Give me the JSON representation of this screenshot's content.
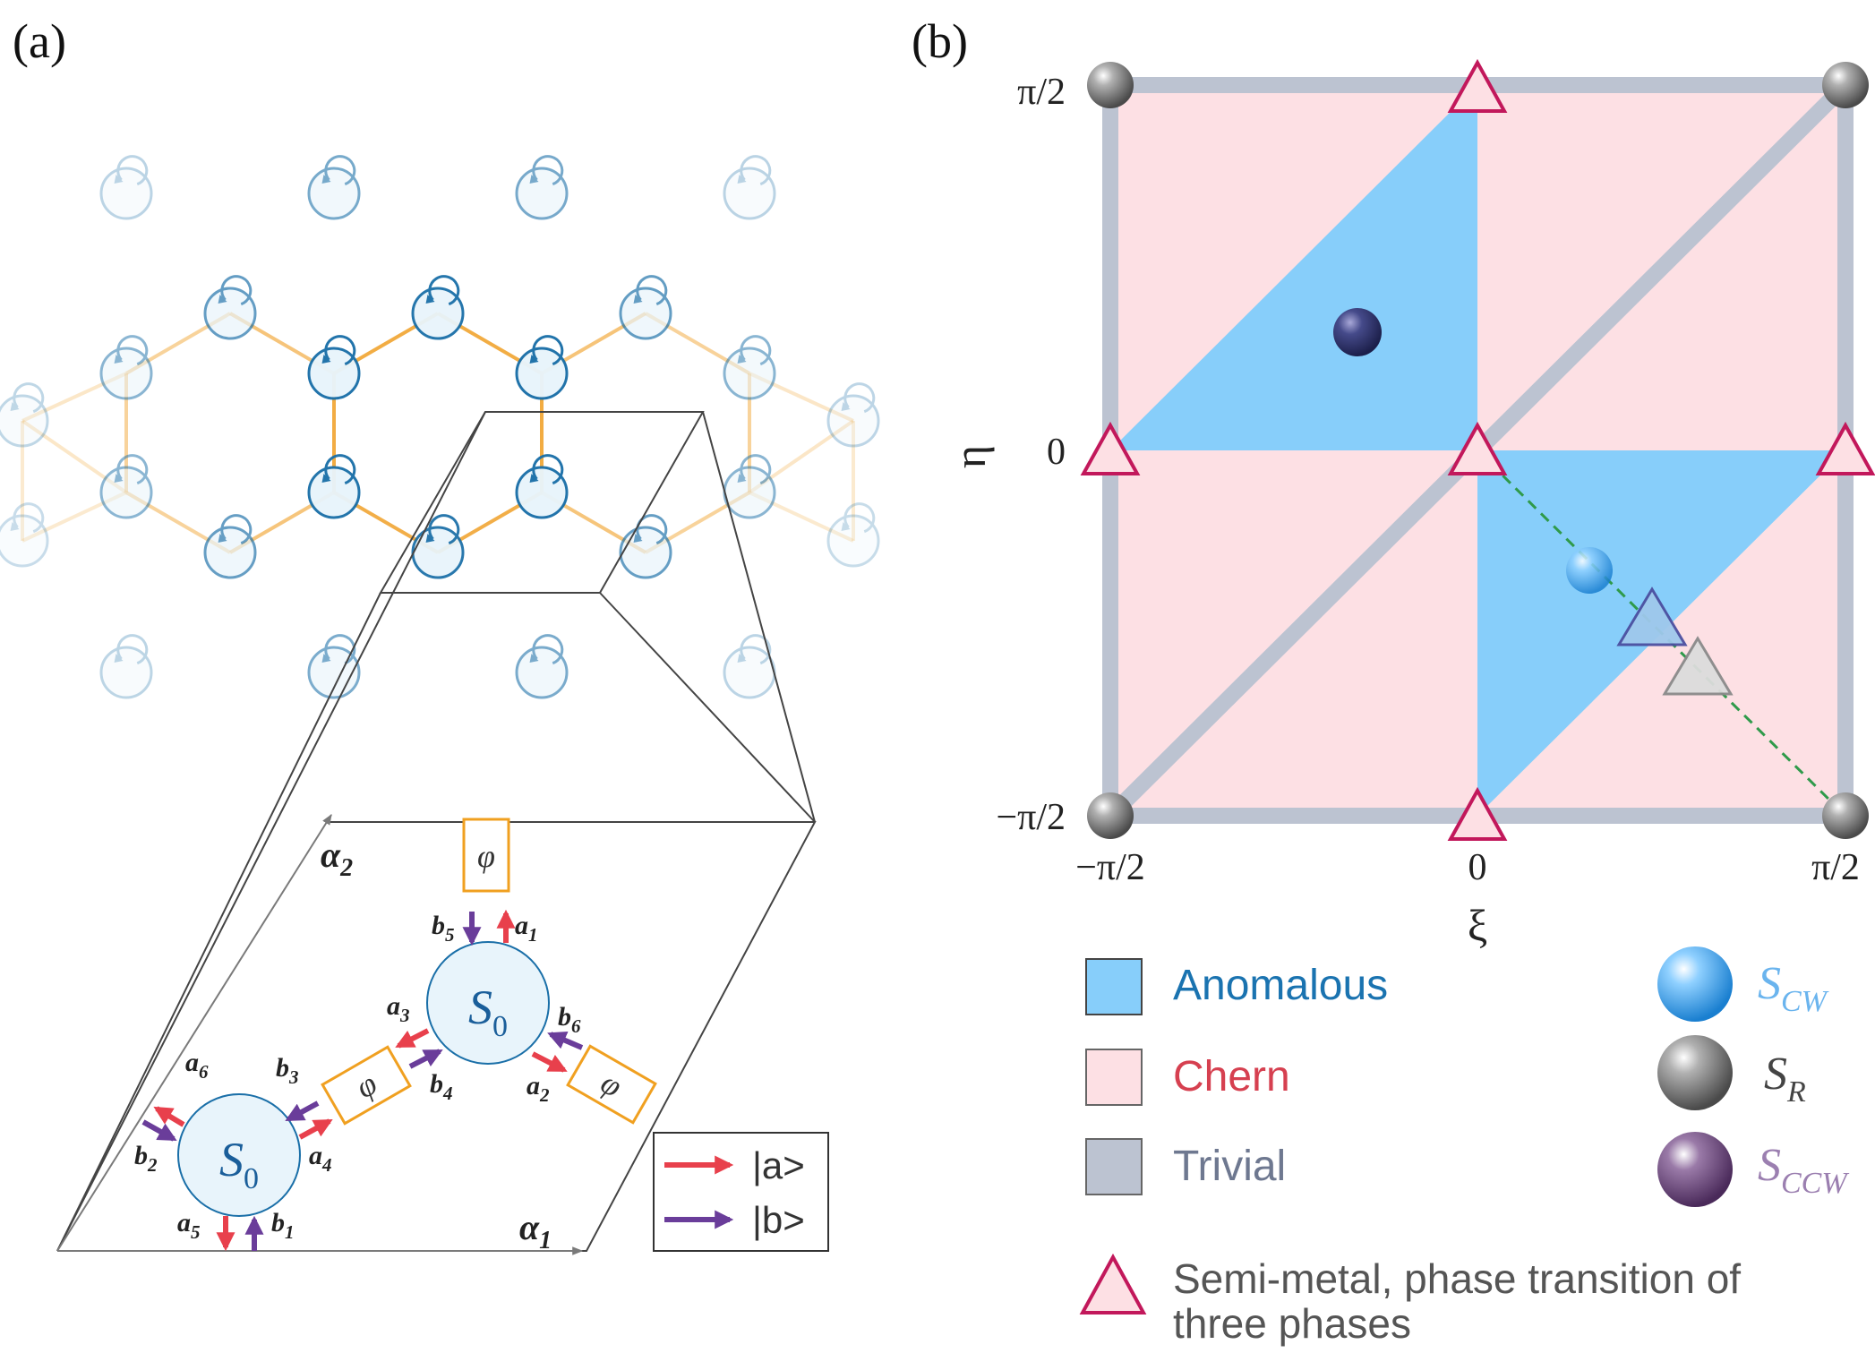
{
  "panel_a": {
    "label": "(a)",
    "scatterer": "S",
    "scatterer_sub": "0",
    "phase": "φ",
    "lattice_vectors": {
      "a1": "α",
      "a1_sub": "1",
      "a2": "α",
      "a2_sub": "2"
    },
    "ports": {
      "a": "a",
      "b": "b",
      "a1": "1",
      "a2": "2",
      "a3": "3",
      "a4": "4",
      "a5": "5",
      "a6": "6",
      "b1": "1",
      "b2": "2",
      "b3": "3",
      "b4": "4",
      "b5": "5",
      "b6": "6"
    },
    "legend": {
      "a_state": "|a>",
      "b_state": "|b>"
    },
    "colors": {
      "a_arrow": "#e8404c",
      "b_arrow": "#6a3d9a",
      "ring": "#1a6fa8",
      "bond": "#f2a93b"
    }
  },
  "panel_b": {
    "label": "(b)",
    "axis": {
      "x_label": "ξ",
      "y_label": "η",
      "x_ticks": [
        "−π/2",
        "0",
        "π/2"
      ],
      "y_ticks": [
        "−π/2",
        "0",
        "π/2"
      ]
    },
    "legend": {
      "anomalous": "Anomalous",
      "chern": "Chern",
      "trivial": "Trivial",
      "semimetal_line1": "Semi-metal, phase transition of",
      "semimetal_line2": "three phases",
      "s_cw": "S",
      "s_cw_sub": "CW",
      "s_r": "S",
      "s_r_sub": "R",
      "s_ccw": "S",
      "s_ccw_sub": "CCW"
    },
    "colors": {
      "anomalous": "#87cefa",
      "chern": "#fde0e4",
      "trivial": "#bcc3d1",
      "semimetal": "#c2185b",
      "anomalous_text": "#1a73b0",
      "chern_text": "#d64050",
      "trivial_text": "#6e7890"
    }
  }
}
